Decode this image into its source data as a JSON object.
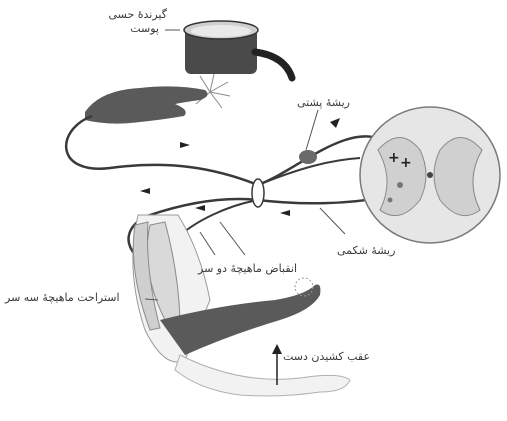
{
  "labels": {
    "receptor_line1": "گیرندهٔ حسی",
    "receptor_line2": "پوست",
    "dorsal_root": "ریشهٔ پشتی",
    "ventral_root": "ریشهٔ شکمی",
    "biceps_contraction": "انقباض ماهیچهٔ دو سر",
    "triceps_relaxation": "استراحت ماهیچهٔ سه سر",
    "withdraw_hand": "عقب کشیدن دست"
  },
  "colors": {
    "nerve": "#3a3a3a",
    "skin_dark": "#5a5a5a",
    "skin_light": "#f2f2f2",
    "spinal_cord": "#e6e6e6",
    "muscle": "#d9d9d9"
  }
}
